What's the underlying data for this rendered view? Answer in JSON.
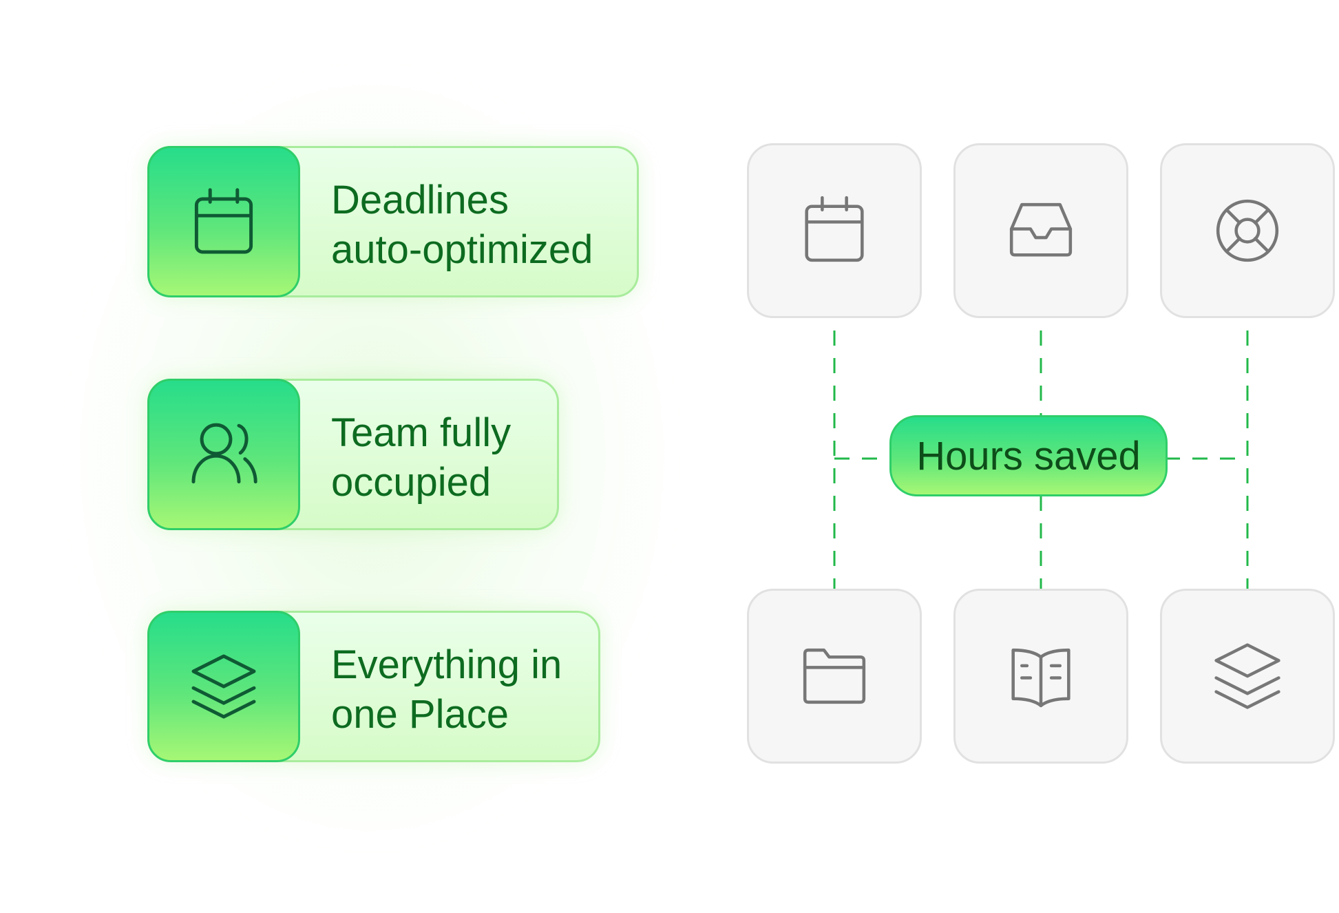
{
  "features": [
    {
      "icon": "calendar-icon",
      "label": "Deadlines\nauto-optimized"
    },
    {
      "icon": "users-icon",
      "label": "Team fully\noccupied"
    },
    {
      "icon": "layers-icon",
      "label": "Everything in\none Place"
    }
  ],
  "tiles": {
    "top": [
      "calendar-icon",
      "inbox-icon",
      "lifebuoy-icon"
    ],
    "bottom": [
      "folder-icon",
      "book-open-icon",
      "layers-icon"
    ]
  },
  "hub_label": "Hours saved",
  "colors": {
    "accent_green": "#27dd8a",
    "light_green": "#a6f775",
    "text_green": "#0d6b20",
    "dashed_line": "#22b84a",
    "tile_bg": "#f6f6f6",
    "tile_icon": "#777777"
  }
}
